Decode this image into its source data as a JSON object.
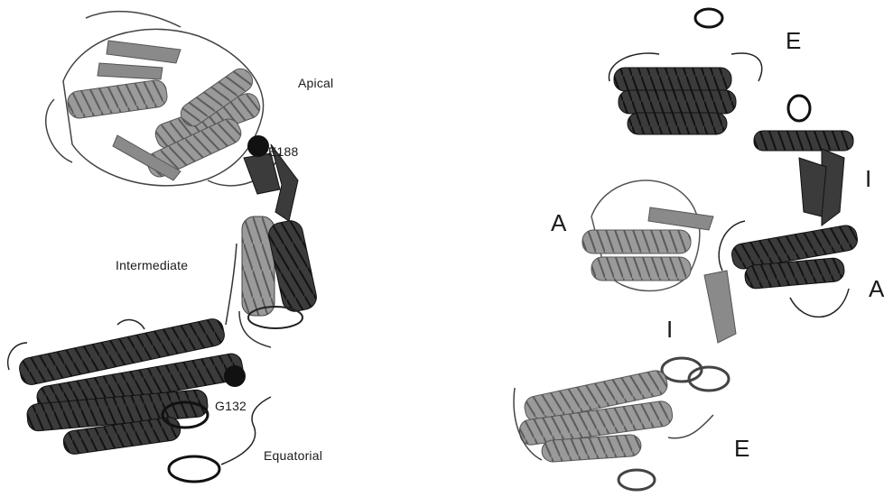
{
  "colors": {
    "dark_domain": "#3b3b3b",
    "light_domain": "#8f8f8f",
    "coil": "#333333",
    "atom": "#111111",
    "background": "#ffffff"
  },
  "left_structure": {
    "labels": {
      "apical": "Apical",
      "residue_e188": "E188",
      "intermediate": "Intermediate",
      "residue_g132": "G132",
      "equatorial": "Equatorial"
    }
  },
  "right_structure": {
    "labels": {
      "e_top": "E",
      "i_right": "I",
      "a_left": "A",
      "a_right": "A",
      "i_middle": "I",
      "e_bottom": "E"
    }
  }
}
